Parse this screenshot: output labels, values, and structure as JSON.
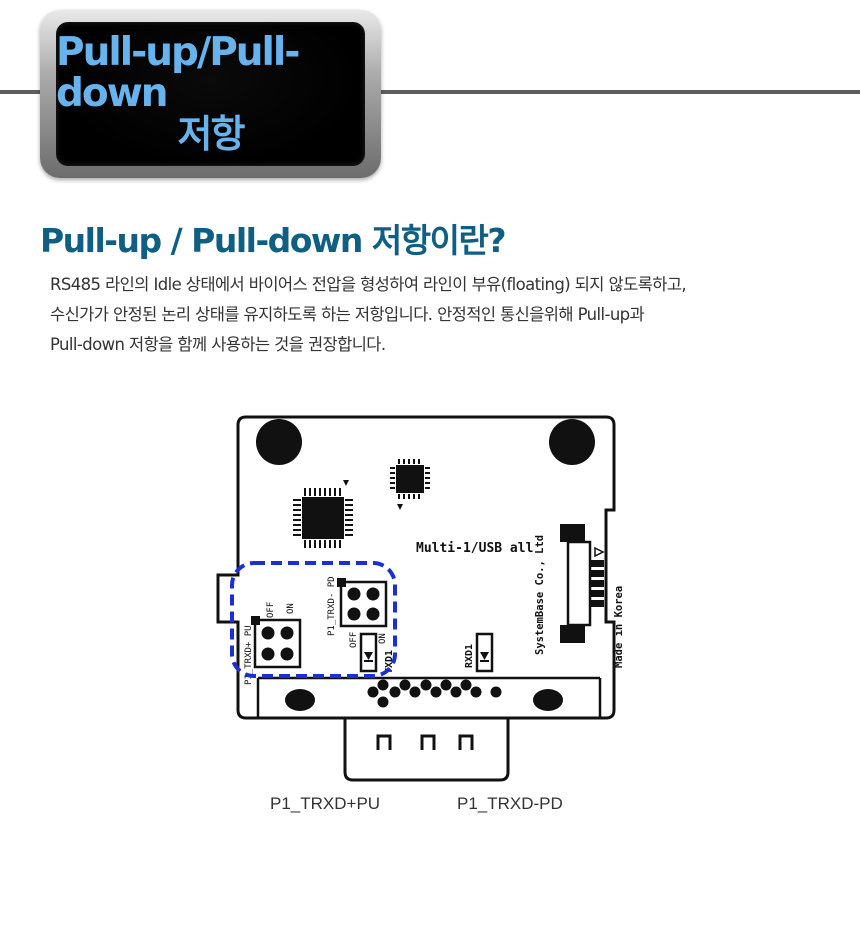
{
  "banner": {
    "title_line1": "Pull-up/Pull-down",
    "title_line2": "저항"
  },
  "heading": "Pull-up / Pull-down 저항이란?",
  "description_lines": [
    "RS485 라인의 Idle 상태에서 바이어스 전압을 형성하여 라인이 부유(floating) 되지 않도록하고,",
    "수신가가 안정된 논리 상태를 유지하도록 하는 저항입니다. 안정적인 통신을위해 Pull-up과",
    "Pull-down 저항을 함께 사용하는 것을 권장합니다."
  ],
  "board": {
    "product_label": "Multi-1/USB all",
    "company_label": "SystemBase Co., Ltd",
    "origin_label": "Made in Korea",
    "jumper_pu_label": "P1_TRXD+ PU",
    "jumper_pd_label": "P1_TRXD- PD",
    "off_label": "OFF",
    "on_label": "ON",
    "txd_label": "TXD1",
    "rxd_label": "RXD1"
  },
  "captions": {
    "left": "P1_TRXD+PU",
    "right": "P1_TRXD-PD"
  },
  "colors": {
    "banner_text": "#66b3ee",
    "heading": "#0f5e83",
    "highlight_box": "#1a2fd6"
  }
}
